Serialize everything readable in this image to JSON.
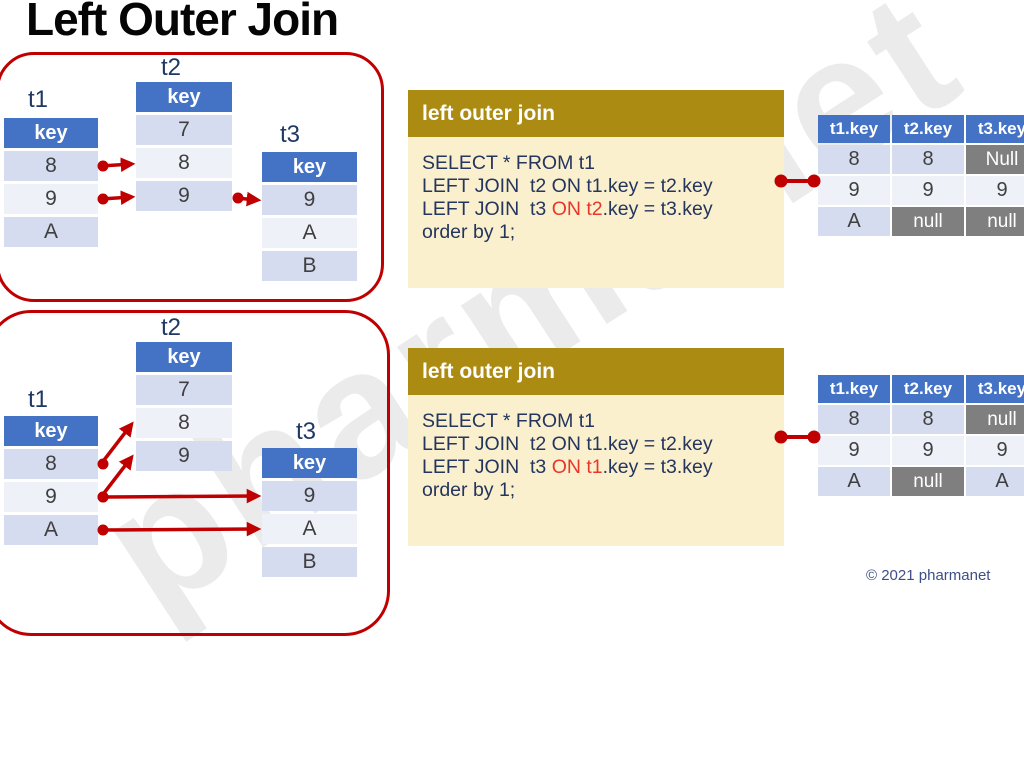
{
  "title": "Left Outer Join",
  "watermark_text": "pharmanet",
  "copyright_text": "© 2021 pharmanet",
  "colors": {
    "accent_red": "#C00000",
    "sql_red_text": "#E8362A",
    "table_header_blue": "#4472C4",
    "row_dark": "#D5DCEF",
    "row_light": "#EEF1F8",
    "null_cell_gray": "#7F7F7F",
    "sql_panel_gold": "#AC8B12",
    "sql_panel_cream": "#FBF0CE",
    "sql_text_navy": "#24365E"
  },
  "sections": [
    {
      "name": "top",
      "tables": [
        {
          "title": "t1",
          "header": "key",
          "rows": [
            "8",
            "9",
            "A"
          ]
        },
        {
          "title": "t2",
          "header": "key",
          "rows": [
            "7",
            "8",
            "9"
          ]
        },
        {
          "title": "t3",
          "header": "key",
          "rows": [
            "9",
            "A",
            "B"
          ]
        }
      ],
      "sql_panel": {
        "title": "left outer join",
        "lines": [
          [
            {
              "text": "SELECT * FROM t1"
            }
          ],
          [
            {
              "text": "LEFT JOIN  t2 ON t1.key = t2.key"
            }
          ],
          [
            {
              "text": "LEFT JOIN  t3 "
            },
            {
              "text": "ON t2",
              "red": true
            },
            {
              "text": ".key = t3.key"
            }
          ],
          [
            {
              "text": "order by 1;"
            }
          ]
        ]
      },
      "result_table": {
        "headers": [
          "t1.key",
          "t2.key",
          "t3.key"
        ],
        "rows": [
          [
            {
              "value": "8"
            },
            {
              "value": "8"
            },
            {
              "value": "Null",
              "is_null": true
            }
          ],
          [
            {
              "value": "9"
            },
            {
              "value": "9"
            },
            {
              "value": "9"
            }
          ],
          [
            {
              "value": "A"
            },
            {
              "value": "null",
              "is_null": true
            },
            {
              "value": "null",
              "is_null": true
            }
          ]
        ]
      }
    },
    {
      "name": "bottom",
      "tables": [
        {
          "title": "t1",
          "header": "key",
          "rows": [
            "8",
            "9",
            "A"
          ]
        },
        {
          "title": "t2",
          "header": "key",
          "rows": [
            "7",
            "8",
            "9"
          ]
        },
        {
          "title": "t3",
          "header": "key",
          "rows": [
            "9",
            "A",
            "B"
          ]
        }
      ],
      "sql_panel": {
        "title": "left outer join",
        "lines": [
          [
            {
              "text": "SELECT * FROM t1"
            }
          ],
          [
            {
              "text": "LEFT JOIN  t2 ON t1.key = t2.key"
            }
          ],
          [
            {
              "text": "LEFT JOIN  t3 "
            },
            {
              "text": "ON t1",
              "red": true
            },
            {
              "text": ".key = t3.key"
            }
          ],
          [
            {
              "text": "order by 1;"
            }
          ]
        ]
      },
      "result_table": {
        "headers": [
          "t1.key",
          "t2.key",
          "t3.key"
        ],
        "rows": [
          [
            {
              "value": "8"
            },
            {
              "value": "8"
            },
            {
              "value": "null",
              "is_null": true
            }
          ],
          [
            {
              "value": "9"
            },
            {
              "value": "9"
            },
            {
              "value": "9"
            }
          ],
          [
            {
              "value": "A"
            },
            {
              "value": "null",
              "is_null": true
            },
            {
              "value": "A"
            }
          ]
        ]
      }
    }
  ]
}
